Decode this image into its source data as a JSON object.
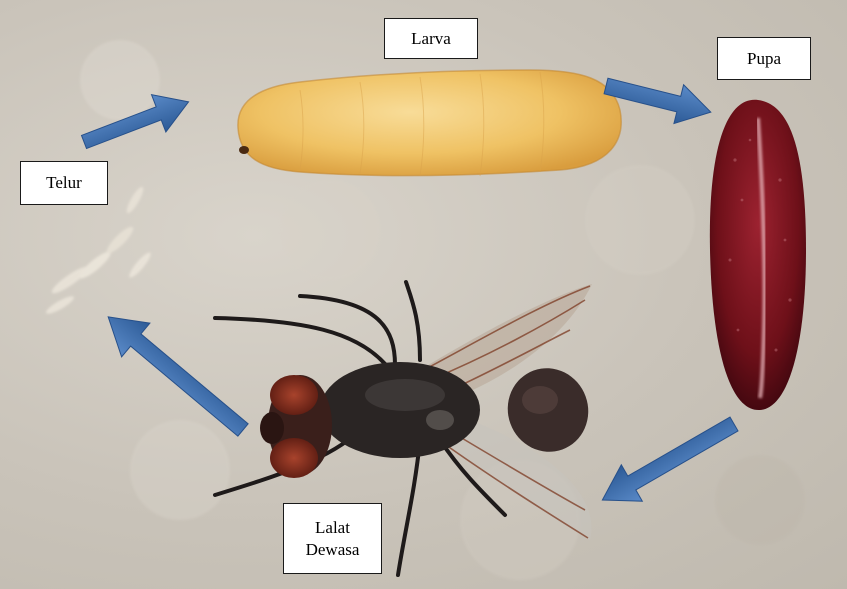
{
  "stages": {
    "egg": "Telur",
    "larva": "Larva",
    "pupa": "Pupa",
    "adult_line1": "Lalat",
    "adult_line2": "Dewasa"
  },
  "colors": {
    "arrow": "#3d6eab",
    "background": "#c9c3b9",
    "larva": "#f0c46a",
    "pupa": "#7a1420",
    "fly_body": "#2a2524"
  }
}
